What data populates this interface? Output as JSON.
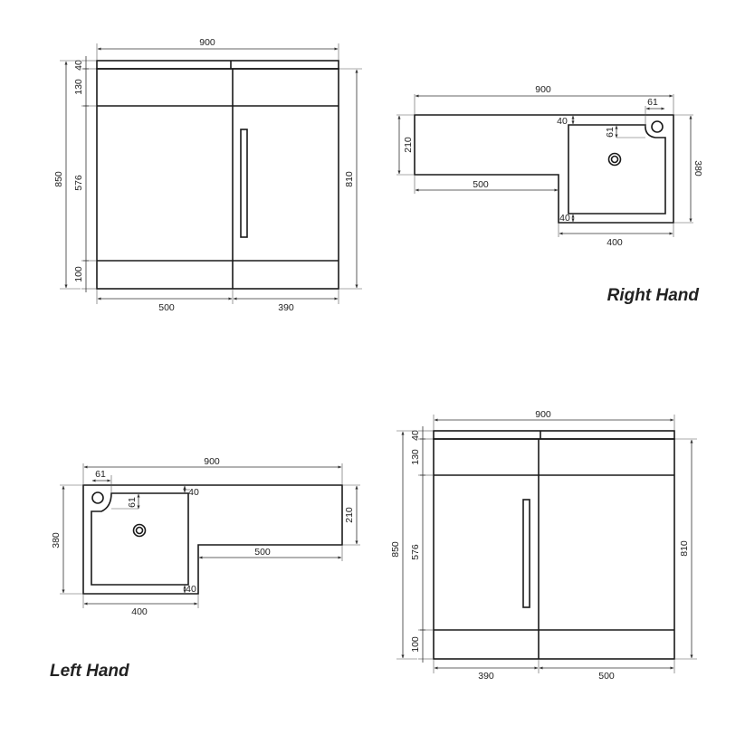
{
  "captions": {
    "right": "Right Hand",
    "left": "Left Hand"
  },
  "front_top": {
    "width": "900",
    "left": "500",
    "right": "390",
    "top": "40",
    "drawer": "130",
    "door": "576",
    "plinth": "100",
    "total": "850",
    "carcass": "810"
  },
  "plan_top": {
    "width": "900",
    "depth": "380",
    "shelf": "210",
    "shelf_len": "500",
    "basin": "400",
    "rim_back": "40",
    "rim_side": "40",
    "tap": "61",
    "tap_off": "61"
  },
  "plan_bottom": {
    "width": "900",
    "depth": "380",
    "shelf": "210",
    "shelf_len": "500",
    "basin": "400",
    "rim_back": "40",
    "rim_side": "40",
    "tap": "61",
    "tap_off": "61"
  },
  "front_bottom": {
    "width": "900",
    "left": "390",
    "right": "500",
    "top": "40",
    "drawer": "130",
    "door": "576",
    "plinth": "100",
    "total": "850",
    "carcass": "810"
  }
}
